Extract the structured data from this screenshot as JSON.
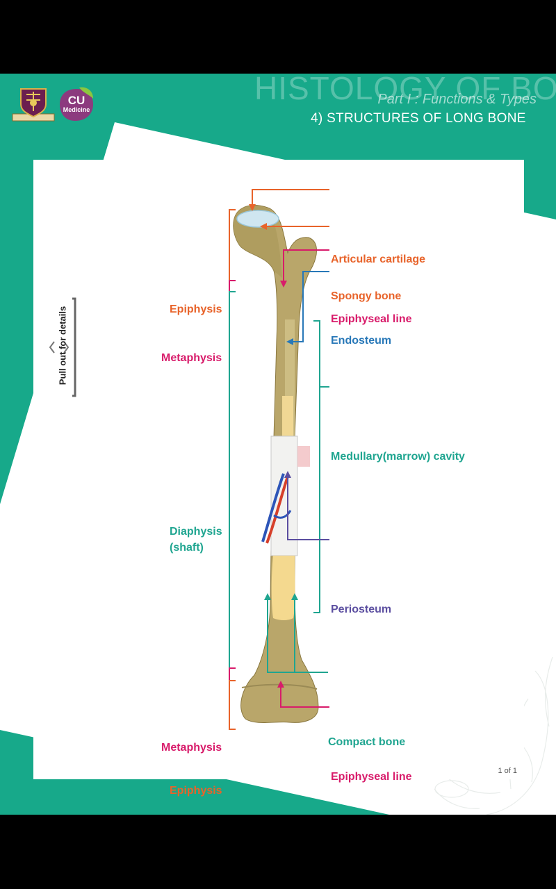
{
  "header": {
    "title": "HISTOLOGY OF BONE",
    "subtitle": "Part I : Functions & Types",
    "section": "4) STRUCTURES OF LONG BONE"
  },
  "logos": {
    "university_crest": "crest-icon",
    "cu_medicine": "CU",
    "cu_medicine_sub": "Medicine"
  },
  "sidebar": {
    "pull_label": "Pull out for details"
  },
  "diagram": {
    "left_labels": {
      "epiphysis_top": "Epiphysis",
      "metaphysis_top": "Metaphysis",
      "diaphysis": "Diaphysis",
      "diaphysis_sub": "(shaft)",
      "metaphysis_bottom": "Metaphysis",
      "epiphysis_bottom": "Epiphysis"
    },
    "right_labels": {
      "articular_cartilage": "Articular cartilage",
      "spongy_bone": "Spongy bone",
      "epiphyseal_line_top": "Epiphyseal line",
      "endosteum": "Endosteum",
      "medullary_cavity": "Medullary(marrow) cavity",
      "periosteum": "Periosteum",
      "compact_bone": "Compact bone",
      "epiphyseal_line_bottom": "Epiphyseal line"
    },
    "colors": {
      "orange": "#e8632a",
      "pink": "#d81b6a",
      "blue": "#2878b8",
      "green": "#1fa590",
      "purple": "#5b4ea0",
      "teal_background": "#17a98a"
    }
  },
  "pager": {
    "text": "1 of 1"
  }
}
